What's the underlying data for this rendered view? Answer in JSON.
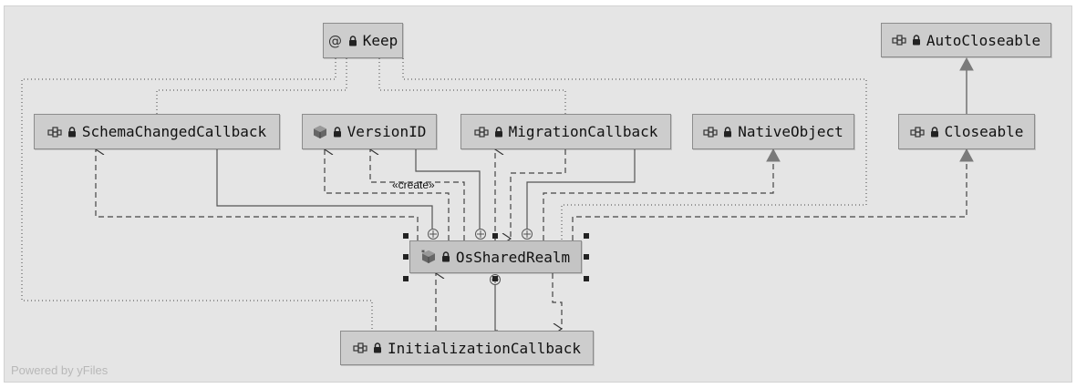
{
  "diagram": {
    "nodes": {
      "keep": {
        "name": "Keep",
        "kind": "annotation",
        "icon": "annotation-icon"
      },
      "autocloseable": {
        "name": "AutoCloseable",
        "kind": "interface",
        "icon": "interface-icon"
      },
      "schemachangedcallback": {
        "name": "SchemaChangedCallback",
        "kind": "interface",
        "icon": "interface-icon"
      },
      "versionid": {
        "name": "VersionID",
        "kind": "class",
        "icon": "class-icon"
      },
      "migrationcallback": {
        "name": "MigrationCallback",
        "kind": "interface",
        "icon": "interface-icon"
      },
      "nativeobject": {
        "name": "NativeObject",
        "kind": "interface",
        "icon": "interface-icon"
      },
      "closeable": {
        "name": "Closeable",
        "kind": "interface",
        "icon": "interface-icon"
      },
      "ossharedrealm": {
        "name": "OsSharedRealm",
        "kind": "class",
        "icon": "class-icon"
      },
      "initializationcallback": {
        "name": "InitializationCallback",
        "kind": "interface",
        "icon": "interface-icon"
      }
    },
    "edge_labels": {
      "create": "«create»"
    }
  },
  "watermark": "Powered by yFiles"
}
